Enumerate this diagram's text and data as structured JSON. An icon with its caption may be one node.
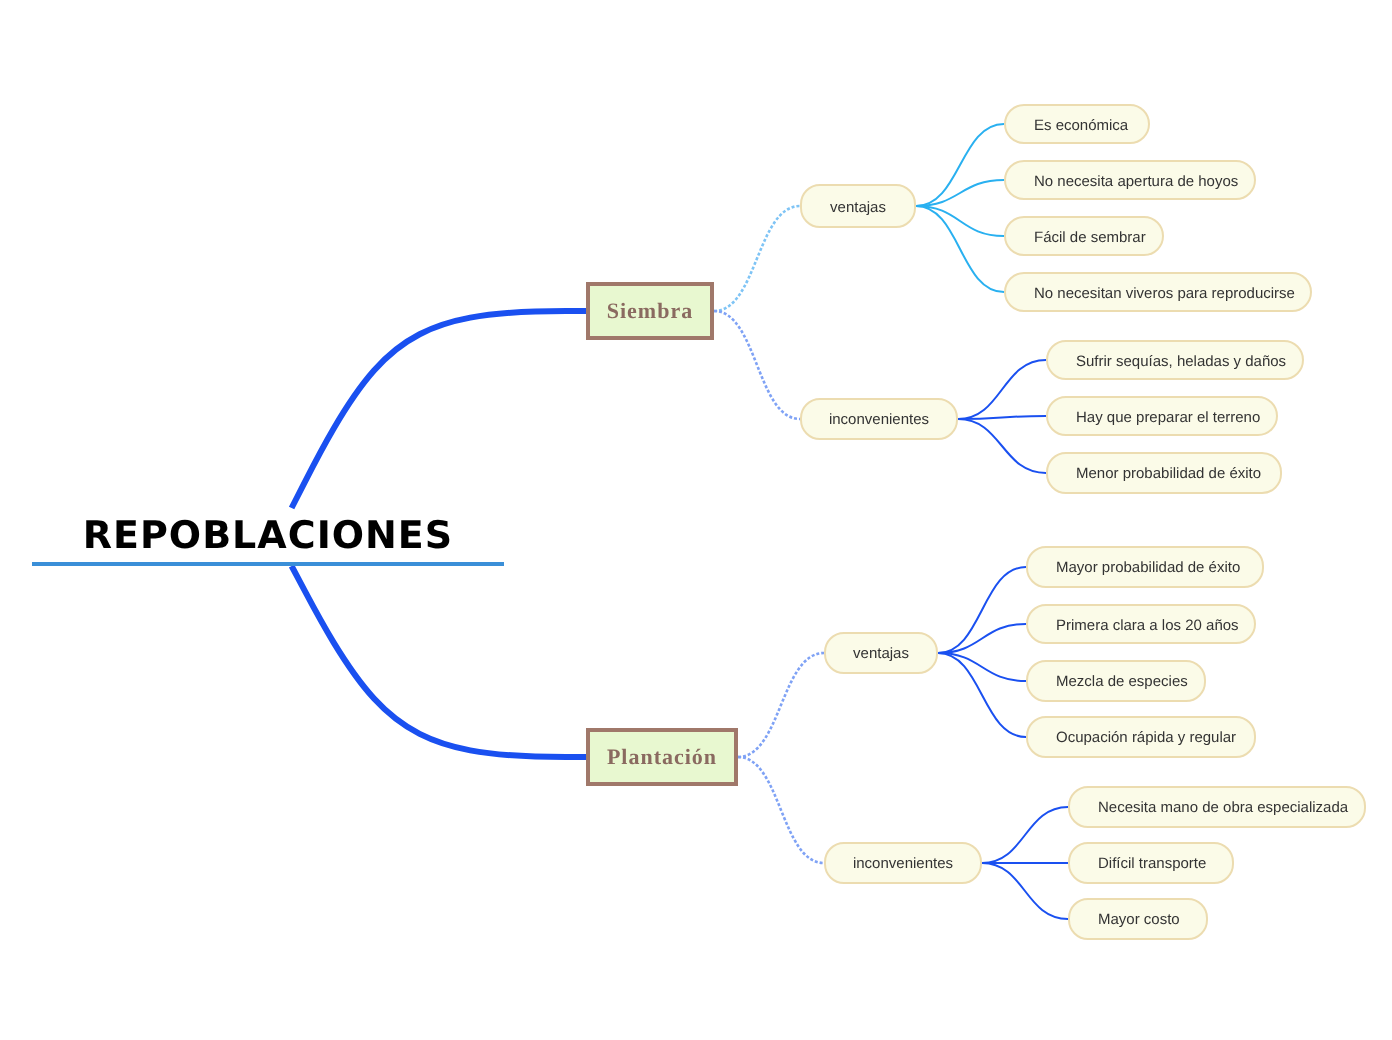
{
  "diagram": {
    "nodes": [
      {
        "text": [
          "REPOBLACIONES"
        ]
      },
      {
        "text": [
          "Siembra"
        ]
      },
      {
        "text": [
          "ventajas"
        ]
      },
      {
        "text": [
          "Es económica"
        ]
      },
      {
        "text": [
          "No necesita apertura de hoyos"
        ]
      },
      {
        "text": [
          "Fácil de sembrar"
        ]
      },
      {
        "text": [
          "No necesitan viveros para reproducirse"
        ]
      },
      {
        "text": [
          "inconvenientes"
        ]
      },
      {
        "text": [
          "Sufrir sequías, heladas y daños"
        ]
      },
      {
        "text": [
          "Hay que preparar el terreno"
        ]
      },
      {
        "text": [
          "Menor probabilidad de éxito"
        ]
      },
      {
        "text": [
          "Plantación"
        ]
      },
      {
        "text": [
          "ventajas"
        ]
      },
      {
        "text": [
          "Mayor probabilidad de éxito"
        ]
      },
      {
        "text": [
          "Primera clara a los 20 años"
        ]
      },
      {
        "text": [
          "Mezcla de especies"
        ]
      },
      {
        "text": [
          "Ocupación rápida y regular"
        ]
      },
      {
        "text": [
          "inconvenientes"
        ]
      },
      {
        "text": [
          "Necesita mano de obra especializada"
        ]
      },
      {
        "text": [
          "Difícil transporte"
        ]
      },
      {
        "text": [
          "Mayor costo"
        ]
      }
    ],
    "edges": [
      {
        "from": 0,
        "to": 1,
        "arrow": "none",
        "style": "thick"
      },
      {
        "from": 0,
        "to": 11,
        "arrow": "none",
        "style": "thick"
      },
      {
        "from": 1,
        "to": 2,
        "arrow": "none",
        "style": "dashed",
        "color": "#7fc4f5"
      },
      {
        "from": 1,
        "to": 7,
        "arrow": "none",
        "style": "dashed",
        "color": "#7fa2f5"
      },
      {
        "from": 2,
        "to": 3,
        "arrow": "none",
        "color": "#29b0f0"
      },
      {
        "from": 2,
        "to": 4,
        "arrow": "none",
        "color": "#29b0f0"
      },
      {
        "from": 2,
        "to": 5,
        "arrow": "none",
        "color": "#29b0f0"
      },
      {
        "from": 2,
        "to": 6,
        "arrow": "none",
        "color": "#29b0f0"
      },
      {
        "from": 7,
        "to": 8,
        "arrow": "none"
      },
      {
        "from": 7,
        "to": 9,
        "arrow": "none"
      },
      {
        "from": 7,
        "to": 10,
        "arrow": "none"
      },
      {
        "from": 11,
        "to": 12,
        "arrow": "none",
        "style": "dashed",
        "color": "#7fa2f5"
      },
      {
        "from": 11,
        "to": 17,
        "arrow": "none",
        "style": "dashed",
        "color": "#7fa2f5"
      },
      {
        "from": 12,
        "to": 13,
        "arrow": "none"
      },
      {
        "from": 12,
        "to": 14,
        "arrow": "none"
      },
      {
        "from": 12,
        "to": 15,
        "arrow": "none"
      },
      {
        "from": 12,
        "to": 16,
        "arrow": "none"
      },
      {
        "from": 17,
        "to": 18,
        "arrow": "none"
      },
      {
        "from": 17,
        "to": 19,
        "arrow": "none"
      },
      {
        "from": 17,
        "to": 20,
        "arrow": "none"
      }
    ]
  }
}
